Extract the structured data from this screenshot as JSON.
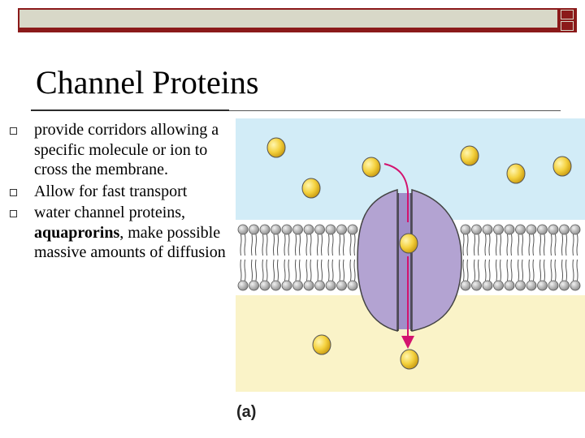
{
  "slide": {
    "title": "Channel Proteins",
    "bullets": [
      {
        "text": "provide corridors allowing a specific molecule or ion to cross the membrane."
      },
      {
        "text": "Allow for fast transport"
      },
      {
        "pre": "water channel proteins, ",
        "bold": "aquaprorins",
        "post": ", make possible massive amounts of diffusion"
      }
    ],
    "figure_caption": "(a)"
  },
  "colors": {
    "top_bar": "#8b1a1a",
    "top_bar_inner": "#d8d8c8",
    "extracellular": "#d2ecf7",
    "cytoplasm": "#faf3c8",
    "channel_protein": "#b3a3d2",
    "molecule": "#f4d13e",
    "arrow": "#d3136f"
  }
}
